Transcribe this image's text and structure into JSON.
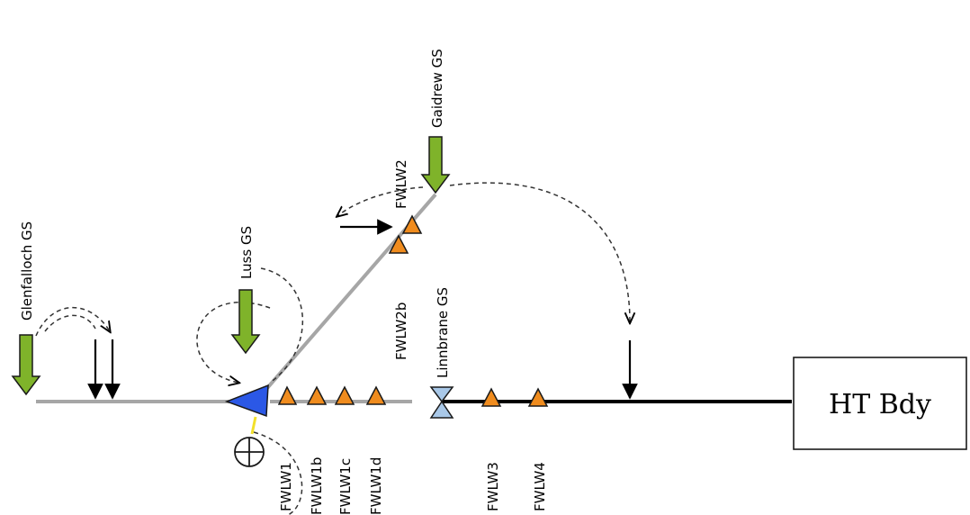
{
  "colors": {
    "gray_line": "#a6a6a6",
    "black_line": "#000000",
    "green_arrow": "#7fb32a",
    "orange_triangle": "#f08c1e",
    "blue_triangle": "#2b58e6",
    "hourglass": "#a9c8e8",
    "yellow_link": "#f2e02a"
  },
  "gauging_stations": {
    "glenfalloch": "Glenfalloch GS",
    "luss": "Luss GS",
    "gaidrew": "Gaidrew GS",
    "linnbrane": "Linnbrane GS"
  },
  "nodes": {
    "fwlw1": "FWLW1",
    "fwlw1b": "FWLW1b",
    "fwlw1c": "FWLW1c",
    "fwlw1d": "FWLW1d",
    "fwlw2": "FWLW2",
    "fwlw2b": "FWLW2b",
    "fwlw3": "FWLW3",
    "fwlw4": "FWLW4"
  },
  "boundary": {
    "label": "HT Bdy"
  },
  "icons": {
    "inflow": "green-down-arrow",
    "lateral_inflow": "black-down-arrow",
    "junction": "blue-triangle",
    "node": "orange-triangle",
    "structure": "hourglass-icon",
    "target": "circle-plus-icon"
  }
}
